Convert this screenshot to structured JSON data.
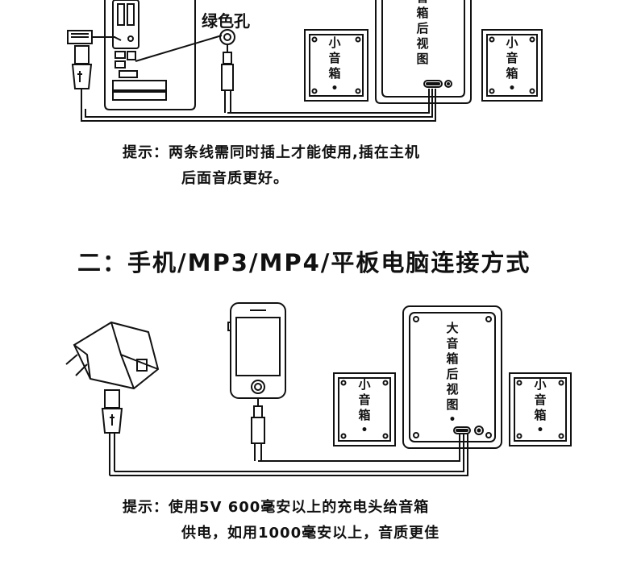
{
  "section1": {
    "green_hole_label": "绿色孔",
    "tip_label": "提示：",
    "tip_line1": "两条线需同时插上才能使用,插在主机",
    "tip_line2": "后面音质更好。",
    "big_speaker_label": "音箱后视图",
    "small_speaker_label": "小音箱",
    "dot": "•"
  },
  "section2": {
    "title": "二：手机/MP3/MP4/平板电脑连接方式",
    "big_speaker_label": "大音箱后视图",
    "small_speaker_label": "小音箱",
    "dot": "•",
    "tip_label": "提示：",
    "tip_line1": "使用5V 600毫安以上的充电头给音箱",
    "tip_line2": "供电，如用1000毫安以上，音质更佳"
  },
  "icons": [
    "usb-plug-icon",
    "audio-jack-icon",
    "computer-tower-icon",
    "phone-icon",
    "charger-adapter-icon",
    "speaker-icon"
  ]
}
